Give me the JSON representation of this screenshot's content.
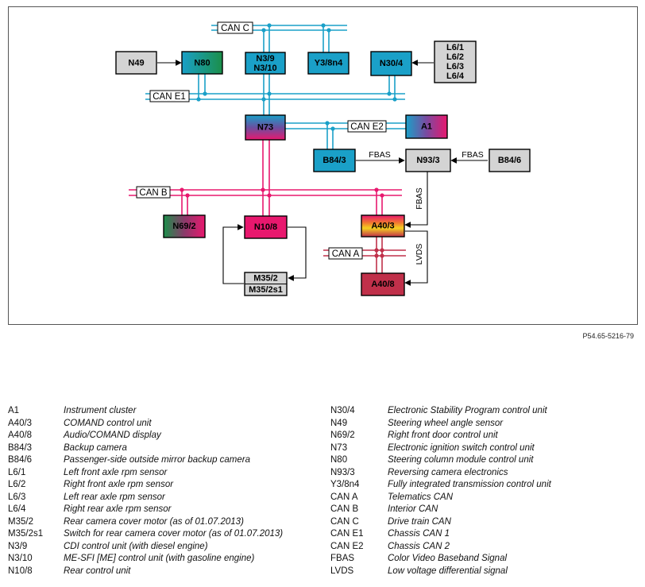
{
  "diagram": {
    "reference": "P54.65-5216-79",
    "buses": {
      "can_c": "CAN C",
      "can_e1": "CAN E1",
      "can_e2": "CAN E2",
      "can_b": "CAN B",
      "can_a": "CAN A"
    },
    "signals": {
      "fbas": "FBAS",
      "lvds": "LVDS"
    },
    "nodes": {
      "n49": "N49",
      "n80": "N80",
      "n3_9": "N3/9",
      "n3_10": "N3/10",
      "y3_8n4": "Y3/8n4",
      "n30_4": "N30/4",
      "l6_1": "L6/1",
      "l6_2": "L6/2",
      "l6_3": "L6/3",
      "l6_4": "L6/4",
      "n73": "N73",
      "a1": "A1",
      "b84_3": "B84/3",
      "n93_3": "N93/3",
      "b84_6": "B84/6",
      "n69_2": "N69/2",
      "n10_8": "N10/8",
      "a40_3": "A40/3",
      "m35_2": "M35/2",
      "m35_2s1": "M35/2s1",
      "a40_8": "A40/8"
    },
    "colors": {
      "can_c": "#1aa0c8",
      "can_b": "#e8186e",
      "can_a": "#c0304a",
      "box_gray": "#d4d4d4"
    }
  },
  "legend": {
    "left": [
      {
        "code": "A1",
        "desc": "Instrument cluster"
      },
      {
        "code": "A40/3",
        "desc": "COMAND control unit"
      },
      {
        "code": "A40/8",
        "desc": "Audio/COMAND display"
      },
      {
        "code": "B84/3",
        "desc": "Backup camera"
      },
      {
        "code": "B84/6",
        "desc": "Passenger-side outside mirror backup camera"
      },
      {
        "code": "L6/1",
        "desc": "Left front axle rpm sensor"
      },
      {
        "code": "L6/2",
        "desc": "Right front axle rpm sensor"
      },
      {
        "code": "L6/3",
        "desc": "Left rear axle rpm sensor"
      },
      {
        "code": "L6/4",
        "desc": "Right rear axle rpm sensor"
      },
      {
        "code": "M35/2",
        "desc": "Rear camera cover motor (as of 01.07.2013)"
      },
      {
        "code": "M35/2s1",
        "desc": "Switch for rear camera cover motor (as of 01.07.2013)"
      },
      {
        "code": "N3/9",
        "desc": "CDI control unit (with diesel engine)"
      },
      {
        "code": "N3/10",
        "desc": "ME-SFI [ME] control unit (with gasoline engine)"
      },
      {
        "code": "N10/8",
        "desc": "Rear control unit"
      }
    ],
    "right": [
      {
        "code": "N30/4",
        "desc": "Electronic Stability Program control unit"
      },
      {
        "code": "N49",
        "desc": "Steering wheel angle sensor"
      },
      {
        "code": "N69/2",
        "desc": "Right front door control unit"
      },
      {
        "code": "N73",
        "desc": "Electronic ignition switch control unit"
      },
      {
        "code": "N80",
        "desc": "Steering column module control unit"
      },
      {
        "code": "N93/3",
        "desc": "Reversing camera electronics"
      },
      {
        "code": "Y3/8n4",
        "desc": "Fully integrated transmission control unit"
      },
      {
        "code": "CAN A",
        "desc": "Telematics CAN"
      },
      {
        "code": "CAN B",
        "desc": "Interior CAN"
      },
      {
        "code": "CAN C",
        "desc": "Drive train CAN"
      },
      {
        "code": "CAN E1",
        "desc": "Chassis CAN 1"
      },
      {
        "code": "CAN E2",
        "desc": "Chassis CAN 2"
      },
      {
        "code": "FBAS",
        "desc": "Color Video Baseband Signal"
      },
      {
        "code": "LVDS",
        "desc": "Low voltage differential signal"
      }
    ]
  }
}
